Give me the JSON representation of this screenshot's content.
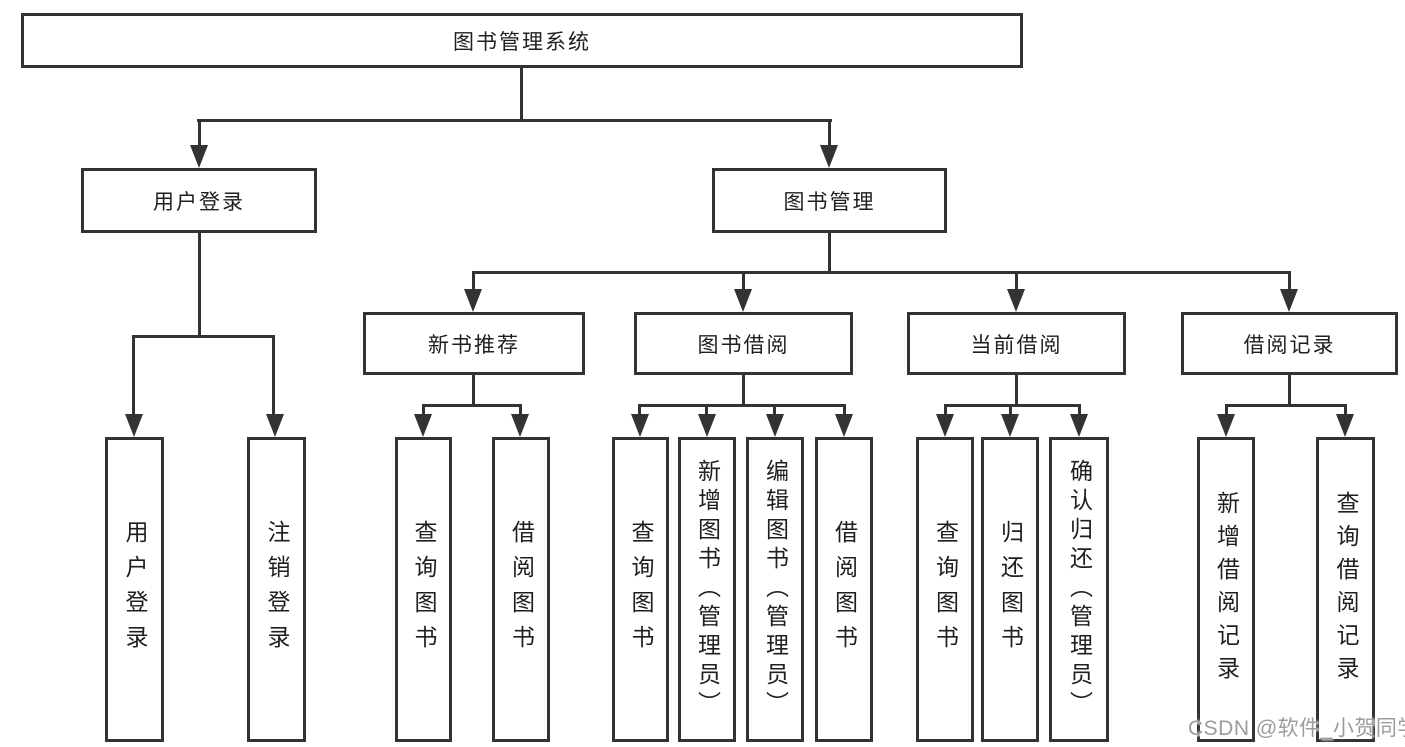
{
  "diagram": {
    "type": "tree",
    "title": "图书管理系统",
    "watermark": "CSDN @软件_小贺同学",
    "colors": {
      "line": "#333333",
      "text": "#1f1f1f",
      "box_background": "#ffffff",
      "page_background": "#ffffff",
      "watermark": "#9c9c9c"
    },
    "root": {
      "label": "图书管理系统",
      "children": [
        {
          "label": "用户登录",
          "children": [
            {
              "label": "用户登录"
            },
            {
              "label": "注销登录"
            }
          ]
        },
        {
          "label": "图书管理",
          "children": [
            {
              "label": "新书推荐",
              "children": [
                {
                  "label": "查询图书"
                },
                {
                  "label": "借阅图书"
                }
              ]
            },
            {
              "label": "图书借阅",
              "children": [
                {
                  "label": "查询图书"
                },
                {
                  "label": "新增图书（管理员）"
                },
                {
                  "label": "编辑图书（管理员）"
                },
                {
                  "label": "借阅图书"
                }
              ]
            },
            {
              "label": "当前借阅",
              "children": [
                {
                  "label": "查询图书"
                },
                {
                  "label": "归还图书"
                },
                {
                  "label": "确认归还（管理员）"
                }
              ]
            },
            {
              "label": "借阅记录",
              "children": [
                {
                  "label": "新增借阅记录"
                },
                {
                  "label": "查询借阅记录"
                }
              ]
            }
          ]
        }
      ]
    }
  }
}
